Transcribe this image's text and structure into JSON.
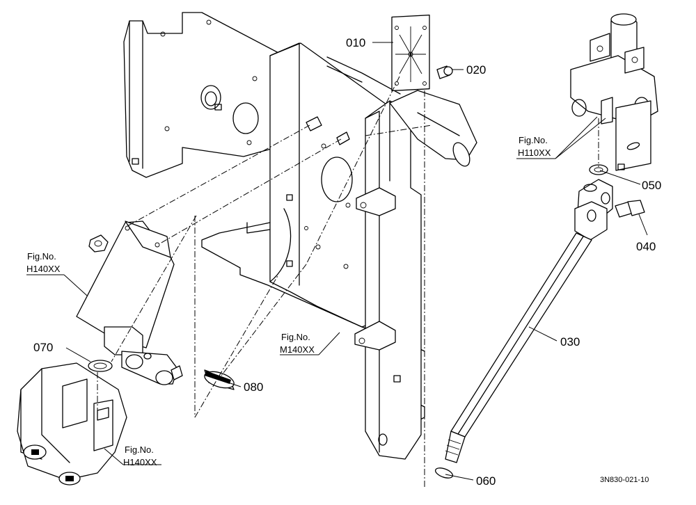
{
  "callouts": {
    "p010": "010",
    "p020": "020",
    "p030": "030",
    "p040": "040",
    "p050": "050",
    "p060": "060",
    "p070": "070",
    "p080": "080"
  },
  "figure_refs": {
    "h110": {
      "line1": "Fig.No.",
      "line2": "H110XX"
    },
    "h140_upper": {
      "line1": "Fig.No.",
      "line2": "H140XX"
    },
    "h140_lower": {
      "line1": "Fig.No.",
      "line2": "H140XX"
    },
    "m140": {
      "line1": "Fig.No.",
      "line2": "M140XX"
    }
  },
  "drawing_code": "3N830-021-10"
}
